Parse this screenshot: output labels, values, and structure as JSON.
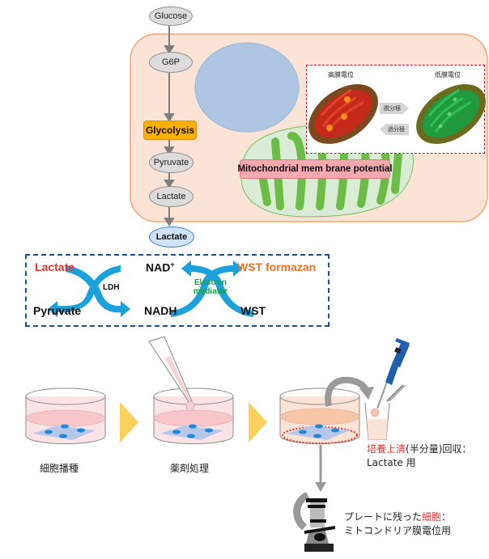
{
  "pathway": {
    "glucose": "Glucose",
    "g6p": "G6P",
    "glycolysis": "Glycolysis",
    "pyruvate": "Pyruvate",
    "lactate_intracellular": "Lactate",
    "lactate_extracellular": "Lactate"
  },
  "mitochondria": {
    "label": "Mitochondrial mem brane potential",
    "inset": {
      "high_potential": "高膜電位",
      "low_potential": "低膜電位",
      "depolarization": "脱分極",
      "hyperpolarization": "過分極"
    }
  },
  "assay": {
    "lactate": "Lactate",
    "pyruvate": "Pyruvate",
    "ldh": "LDH",
    "nad_plus": "NAD",
    "nad_plus_sup": "+",
    "nadh": "NADH",
    "electron_mediator_line1": "Electron",
    "electron_mediator_line2": "mediator",
    "wst_formazan": "WST formazan",
    "wst": "WST"
  },
  "workflow": {
    "step1": "細胞播種",
    "step2": "薬剤処理",
    "supernatant_red": "培養上清",
    "supernatant_rest": "(半分量)回収：",
    "supernatant_line2": "Lactate 用",
    "cells_prefix": "プレートに残った",
    "cells_red": "細胞",
    "cells_suffix": "：",
    "cells_line2": "ミトコンドリア膜電位用"
  },
  "colors": {
    "cell_fill": "#fbe3d6",
    "cell_border": "#f4a66e",
    "nucleus": "#aec6e4",
    "glycolysis": "#f9b000",
    "mito_green": "#6cbd45",
    "arrow_blue": "#1ba1dc",
    "lactate_red": "#e8332c",
    "formazan_orange": "#f07022",
    "mediator_green": "#18a04a",
    "assay_border": "#1b4f9c",
    "inset_border": "#c8102e"
  }
}
